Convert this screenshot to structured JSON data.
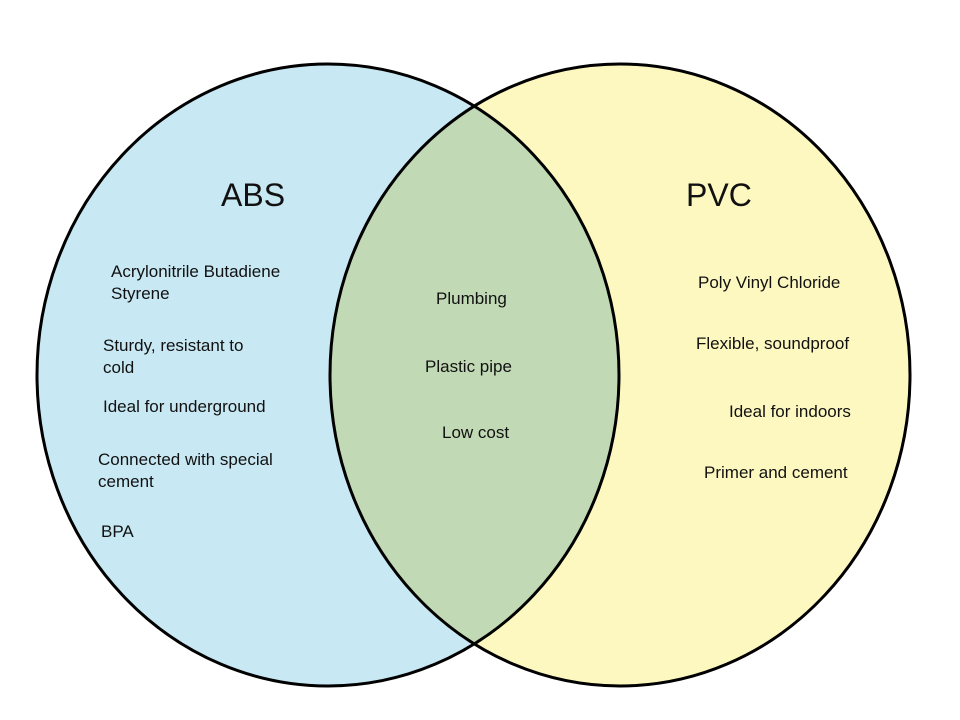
{
  "diagram": {
    "type": "venn",
    "colors": {
      "left_fill": "#c8e8f3",
      "right_fill": "#fdf8c0",
      "overlap_fill": "#c1d9b4",
      "stroke": "#000000"
    },
    "left": {
      "title": "ABS",
      "items": [
        [
          "Acrylonitrile Butadiene",
          "Styrene"
        ],
        [
          "Sturdy, resistant to",
          "cold"
        ],
        [
          "Ideal for underground"
        ],
        [
          "Connected with special",
          "cement"
        ],
        [
          "BPA"
        ]
      ]
    },
    "overlap": {
      "items": [
        "Plumbing",
        "Plastic pipe",
        "Low cost"
      ]
    },
    "right": {
      "title": "PVC",
      "items": [
        "Poly Vinyl Chloride",
        "Flexible, soundproof",
        "Ideal for indoors",
        "Primer and cement"
      ]
    }
  }
}
